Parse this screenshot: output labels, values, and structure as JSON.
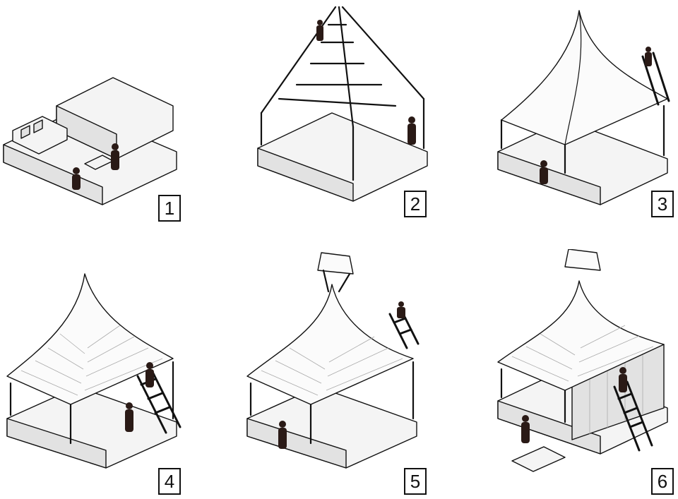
{
  "steps": [
    {
      "label": "1",
      "stage": "foundation"
    },
    {
      "label": "2",
      "stage": "roof-frame"
    },
    {
      "label": "3",
      "stage": "roof-membrane"
    },
    {
      "label": "4",
      "stage": "roof-tiles"
    },
    {
      "label": "5",
      "stage": "ventilation-cap"
    },
    {
      "label": "6",
      "stage": "wall-panels"
    }
  ],
  "colors": {
    "line": "#111111",
    "surface": "#f4f4f4",
    "shade": "#e2e2e2",
    "figure": "#2a1a16",
    "tile": "#aaaaaa"
  }
}
